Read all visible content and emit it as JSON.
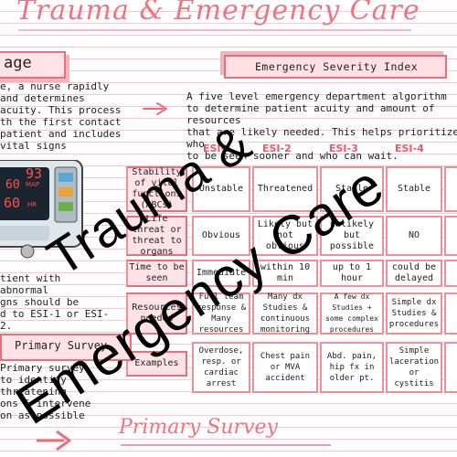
{
  "title": "Trauma & Emergency Care",
  "triage": {
    "heading": "Triage",
    "heading_visible": "age",
    "text_lines": [
      "e, a nurse rapidly",
      "and determines",
      "acuity. This process",
      "th the first contact",
      "patient and includes",
      "vital signs"
    ],
    "monitor_readings": {
      "sys": "93",
      "map": "MAP",
      "dia": "60",
      "hr_value": "60",
      "hr_label": "HR"
    },
    "bottom_lines": [
      "tient with abnormal",
      "gns should be",
      "d to ESI-1 or ESI-2."
    ]
  },
  "esi": {
    "heading": "Emergency Severity Index",
    "description": "A five level emergency department algorithm\nto determine patient acuity and amount of resources\nthat are likely needed. This helps prioritize who\nto be seen sooner and who can wait.",
    "columns": [
      "ESI-1",
      "ESI-2",
      "ESI-3",
      "ESI-4"
    ],
    "rows": [
      {
        "label": "Stability of vital functions (ABCs)",
        "cells": [
          "Unstable",
          "Threatened",
          "Stable",
          "Stable",
          ""
        ]
      },
      {
        "label": "Life threat or threat to organs",
        "cells": [
          "Obvious",
          "Likely but not obvious",
          "unlikely but possible",
          "NO",
          ""
        ]
      },
      {
        "label": "Time to be seen",
        "cells": [
          "Immediate",
          "within 10 min",
          "up to 1 hour",
          "could be delayed",
          ""
        ]
      },
      {
        "label": "Resources needed",
        "cells": [
          "Full team response & Many resources",
          "Many dx Studies & continuous monitoring",
          "A few dx Studies + some complex procedures",
          "Simple dx Studies & procedures",
          ""
        ]
      },
      {
        "label": "Examples",
        "cells": [
          "Overdose, resp. or cardiac arrest",
          "Chest pain or MVA accident",
          "Abd. pain, hip fx in older pt.",
          "Simple laceration or cystitis",
          ""
        ]
      }
    ]
  },
  "primary_survey": {
    "small_heading": "Primary Survey",
    "text": "Primary survey\nto identify\nthreatening\nons & intervene\non as possible",
    "big_heading": "Primary Survey"
  },
  "watermark": {
    "line1": "Trauma &",
    "line2": "Emergency Care"
  },
  "colors": {
    "accent": "#ec7583",
    "box_fill": "#ffe3e6",
    "rule_line": "#f4c9cf"
  }
}
